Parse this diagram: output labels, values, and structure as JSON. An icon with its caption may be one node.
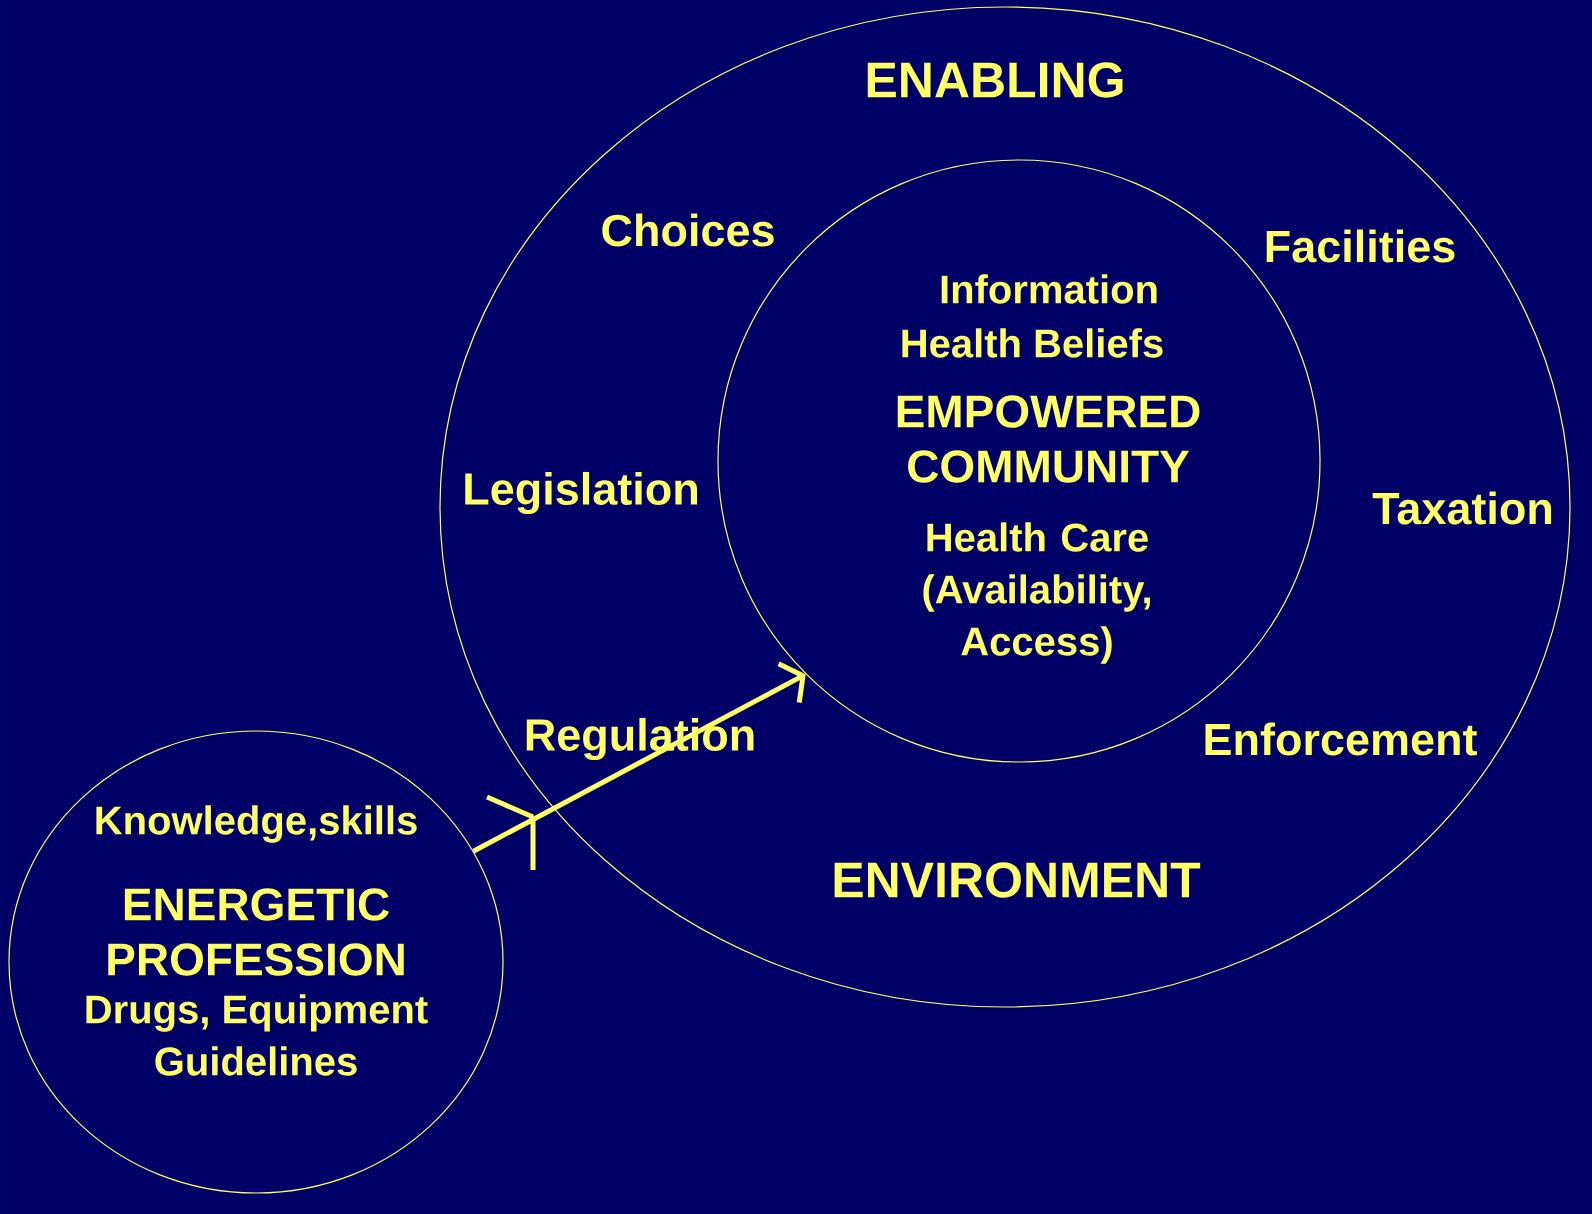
{
  "diagram": {
    "nodes": [
      {
        "text": [
          "ENABLING",
          "Choices",
          "Facilities",
          "Legislation",
          "Taxation",
          "Regulation",
          "Enforcement",
          "ENVIRONMENT"
        ]
      },
      {
        "text": [
          "Information",
          "Health Beliefs",
          "EMPOWERED COMMUNITY",
          "Health Care (Availability, Access)"
        ],
        "in": 0
      },
      {
        "text": [
          "Knowledge,skills",
          "ENERGETIC PROFESSION",
          "Drugs, Equipment",
          "Guidelines"
        ]
      }
    ],
    "edges": [
      {
        "from": 2,
        "to": 1,
        "arrow": "to"
      }
    ]
  }
}
